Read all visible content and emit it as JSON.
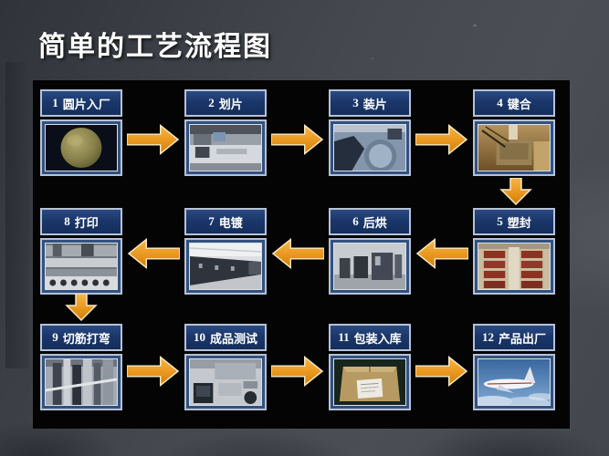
{
  "title": "简单的工艺流程图",
  "steps": [
    {
      "num": "1",
      "label": "圆片入厂"
    },
    {
      "num": "2",
      "label": "划片"
    },
    {
      "num": "3",
      "label": "装片"
    },
    {
      "num": "4",
      "label": "键合"
    },
    {
      "num": "5",
      "label": "塑封"
    },
    {
      "num": "6",
      "label": "后烘"
    },
    {
      "num": "7",
      "label": "电镀"
    },
    {
      "num": "8",
      "label": "打印"
    },
    {
      "num": "9",
      "label": "切筋打弯"
    },
    {
      "num": "10",
      "label": "成品测试"
    },
    {
      "num": "11",
      "label": "包装入库"
    },
    {
      "num": "12",
      "label": "产品出厂"
    }
  ],
  "arrows": [
    {
      "from": "1",
      "to": "2",
      "direction": "right"
    },
    {
      "from": "2",
      "to": "3",
      "direction": "right"
    },
    {
      "from": "3",
      "to": "4",
      "direction": "right"
    },
    {
      "from": "4",
      "to": "5",
      "direction": "down"
    },
    {
      "from": "5",
      "to": "6",
      "direction": "left"
    },
    {
      "from": "6",
      "to": "7",
      "direction": "left"
    },
    {
      "from": "7",
      "to": "8",
      "direction": "left"
    },
    {
      "from": "8",
      "to": "9",
      "direction": "down"
    },
    {
      "from": "9",
      "to": "10",
      "direction": "right"
    },
    {
      "from": "10",
      "to": "11",
      "direction": "right"
    },
    {
      "from": "11",
      "to": "12",
      "direction": "right"
    }
  ],
  "colors": {
    "arrow": "#e8961e",
    "arrow_outline": "#f7e8c4",
    "box_header": "#1b376a",
    "box_panel": "#32517f",
    "box_border": "#b6c2d6",
    "diagram_background": "#040404",
    "slide_background": "#45494f",
    "title_color": "#ffffff"
  }
}
